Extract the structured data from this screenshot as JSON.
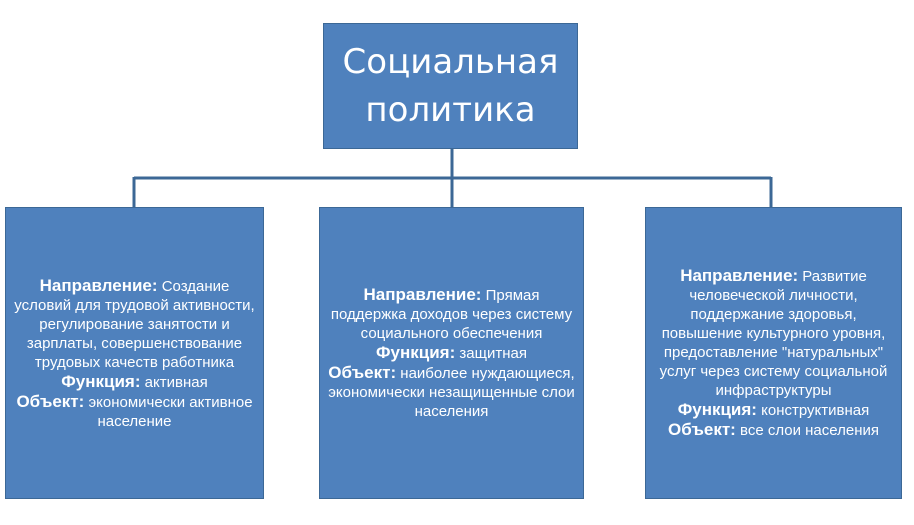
{
  "root": {
    "title_line1": "Социальная",
    "title_line2": "политика"
  },
  "branches": [
    {
      "direction_label": "Направление:",
      "direction_text": "Создание условий для трудовой активности, регулирование занятости и зарплаты, совершенствование трудовых качеств работника",
      "function_label": "Функция:",
      "function_text": "активная",
      "object_label": "Объект:",
      "object_text": "экономически активное население"
    },
    {
      "direction_label": "Направление:",
      "direction_text": "Прямая поддержка доходов через систему социального обеспечения",
      "function_label": "Функция:",
      "function_text": "защитная",
      "object_label": "Объект:",
      "object_text": "наиболее нуждающиеся, экономически незащищенные слои населения"
    },
    {
      "direction_label": "Направление:",
      "direction_text": "Развитие человеческой личности, поддержание здоровья, повышение культурного уровня, предоставление \"натуральных\" услуг через систему социальной инфраструктуры",
      "function_label": "Функция:",
      "function_text": "конструктивная",
      "object_label": "Объект:",
      "object_text": "все слои населения"
    }
  ],
  "colors": {
    "box_fill": "#4f81bd",
    "connector": "#3c6896",
    "text": "#ffffff"
  }
}
